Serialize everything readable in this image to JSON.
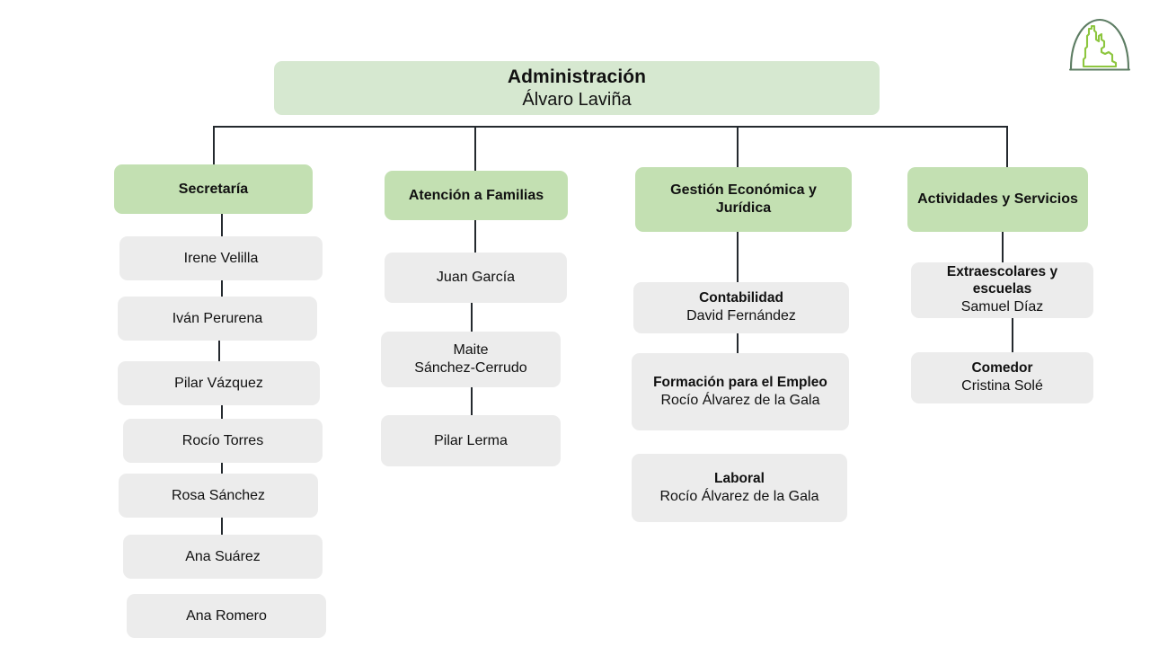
{
  "document": {
    "kind": "organization-chart",
    "language": "es"
  },
  "colors": {
    "root_box": "#d6e8d0",
    "department_box": "#c3e0b2",
    "staff_box": "#ececec",
    "connector": "#24292e",
    "text": "#111111",
    "logo_arch": "#5d7d63",
    "logo_figure": "#8dc63f",
    "background": "#ffffff"
  },
  "logo": {
    "name": "arch-castle-logo",
    "arch_color": "#5d7d63",
    "figure_color": "#8dc63f"
  },
  "root": {
    "title": "Administración",
    "person": "Álvaro Laviña"
  },
  "columns": [
    {
      "id": "secretaria",
      "head": {
        "title": "Secretaría"
      },
      "nodes": [
        {
          "person": "Irene Velilla"
        },
        {
          "person": "Iván Perurena"
        },
        {
          "person": "Pilar Vázquez"
        },
        {
          "person": "Rocío Torres"
        },
        {
          "person": "Rosa Sánchez"
        },
        {
          "person": "Ana Suárez"
        },
        {
          "person": "Ana Romero"
        }
      ]
    },
    {
      "id": "atencion-a-familias",
      "head": {
        "title": "Atención a Familias"
      },
      "nodes": [
        {
          "person": "Juan García"
        },
        {
          "person": "Maite\nSánchez-Cerrudo"
        },
        {
          "person": "Pilar Lerma"
        }
      ]
    },
    {
      "id": "gestion-economica-y-juridica",
      "head": {
        "title": "Gestión Económica y Jurídica"
      },
      "nodes": [
        {
          "title": "Contabilidad",
          "person": "David Fernández"
        },
        {
          "title": "Formación para el Empleo",
          "person": "Rocío Álvarez de la Gala"
        },
        {
          "title": "Laboral",
          "person": "Rocío Álvarez de la Gala"
        }
      ]
    },
    {
      "id": "actividades-y-servicios",
      "head": {
        "title": "Actividades y Servicios"
      },
      "nodes": [
        {
          "title": "Extraescolares y escuelas",
          "person": "Samuel Díaz"
        },
        {
          "title": "Comedor",
          "person": "Cristina Solé"
        }
      ]
    }
  ]
}
